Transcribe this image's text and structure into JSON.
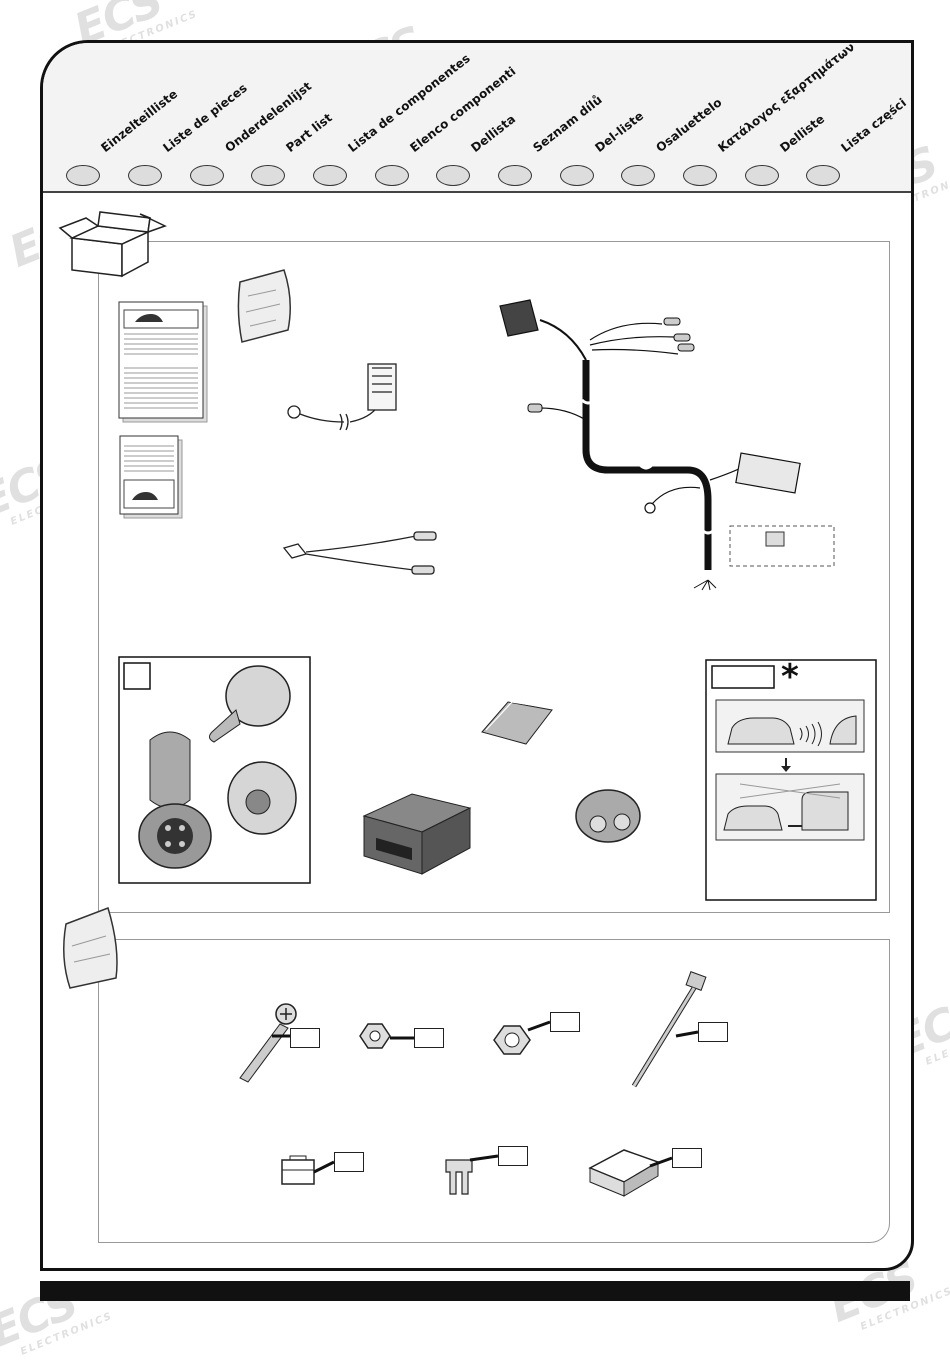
{
  "header": {
    "languages": [
      "Einzelteilliste",
      "Liste de pieces",
      "Onderdelenlijst",
      "Part list",
      "Lista de componentes",
      "Elenco componenti",
      "Dellista",
      "Seznam dílů",
      "Del-liste",
      "Osaluettelo",
      "Κατάλογος εξαρτημάτων",
      "Delliste",
      "Lista części"
    ]
  },
  "watermark": {
    "brand": "ECS",
    "sub": "ELECTRONICS"
  },
  "notice": {
    "symbol": "*"
  }
}
